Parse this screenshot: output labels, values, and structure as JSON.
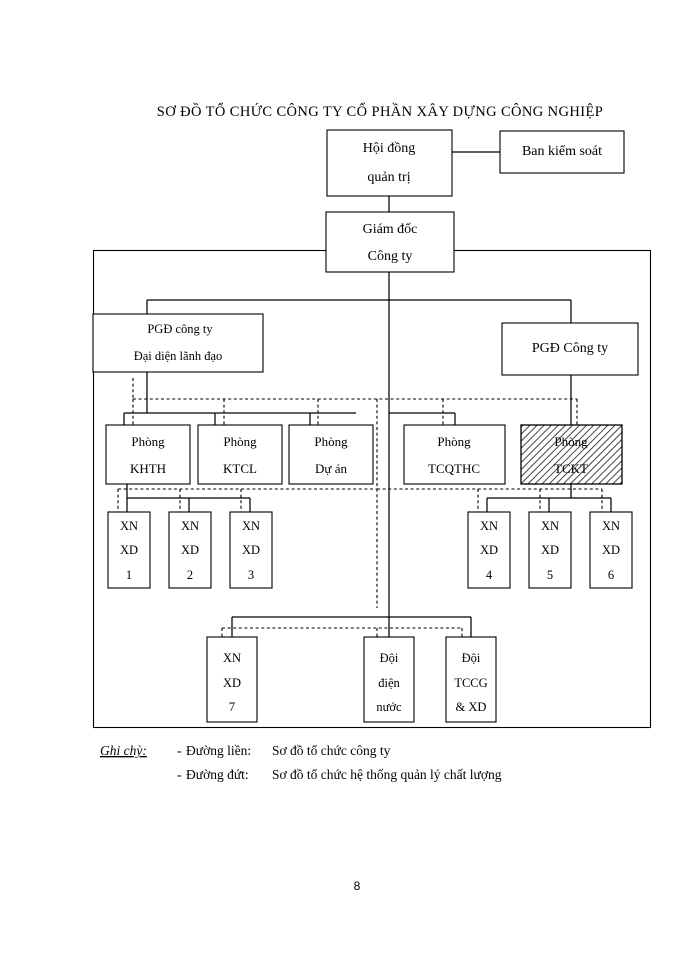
{
  "document": {
    "title": "SƠ ĐỒ TỔ CHỨC CÔNG TY CỔ PHẦN XÂY DỰNG CÔNG NGHIỆP",
    "page_number": "8"
  },
  "chart_data": {
    "type": "diagram",
    "diagram_kind": "organizational-chart",
    "title": "SƠ ĐỒ TỔ CHỨC CÔNG TY CỔ PHẦN XÂY DỰNG CÔNG NGHIỆP",
    "line_styles": {
      "solid": "Sơ đồ tổ chức công ty",
      "dashed": "Sơ đồ tổ chức hệ thống quản lý chất lượng"
    },
    "nodes": [
      {
        "id": "hdqt",
        "lines": [
          "Hội đồng",
          "quản trị"
        ],
        "level": 0,
        "fill": "white"
      },
      {
        "id": "bks",
        "lines": [
          "Ban kiểm soát"
        ],
        "level": 0,
        "fill": "white"
      },
      {
        "id": "gd",
        "lines": [
          "Giám đốc",
          "Công ty"
        ],
        "level": 1,
        "fill": "white"
      },
      {
        "id": "pgd_ddld",
        "lines": [
          "PGĐ công ty",
          "Đại diện lãnh đạo"
        ],
        "level": 2,
        "fill": "white"
      },
      {
        "id": "pgd_ct",
        "lines": [
          "PGĐ Công ty"
        ],
        "level": 2,
        "fill": "white"
      },
      {
        "id": "p_khth",
        "lines": [
          "Phòng",
          "KHTH"
        ],
        "level": 3,
        "fill": "white"
      },
      {
        "id": "p_ktcl",
        "lines": [
          "Phòng",
          "KTCL"
        ],
        "level": 3,
        "fill": "white"
      },
      {
        "id": "p_duan",
        "lines": [
          "Phòng",
          "Dự án"
        ],
        "level": 3,
        "fill": "white"
      },
      {
        "id": "p_tcqthc",
        "lines": [
          "Phòng",
          "TCQTHC"
        ],
        "level": 3,
        "fill": "white"
      },
      {
        "id": "p_tckt",
        "lines": [
          "Phòng",
          "TCKT"
        ],
        "level": 3,
        "fill": "hatched"
      },
      {
        "id": "xn1",
        "lines": [
          "XN",
          "XD",
          "1"
        ],
        "level": 4,
        "fill": "white"
      },
      {
        "id": "xn2",
        "lines": [
          "XN",
          "XD",
          "2"
        ],
        "level": 4,
        "fill": "white"
      },
      {
        "id": "xn3",
        "lines": [
          "XN",
          "XD",
          "3"
        ],
        "level": 4,
        "fill": "white"
      },
      {
        "id": "xn4",
        "lines": [
          "XN",
          "XD",
          "4"
        ],
        "level": 4,
        "fill": "white"
      },
      {
        "id": "xn5",
        "lines": [
          "XN",
          "XD",
          "5"
        ],
        "level": 4,
        "fill": "white"
      },
      {
        "id": "xn6",
        "lines": [
          "XN",
          "XD",
          "6"
        ],
        "level": 4,
        "fill": "white"
      },
      {
        "id": "xn7",
        "lines": [
          "XN",
          "XD",
          "7"
        ],
        "level": 5,
        "fill": "white"
      },
      {
        "id": "doi_dn",
        "lines": [
          "Đội",
          "điện",
          "nước"
        ],
        "level": 5,
        "fill": "white"
      },
      {
        "id": "doi_tccg",
        "lines": [
          "Đội",
          "TCCG",
          "& XD"
        ],
        "level": 5,
        "fill": "white"
      }
    ],
    "edges": [
      {
        "from": "hdqt",
        "to": "bks",
        "style": "solid"
      },
      {
        "from": "hdqt",
        "to": "gd",
        "style": "solid"
      },
      {
        "from": "gd",
        "to": "pgd_ddld",
        "style": "solid"
      },
      {
        "from": "gd",
        "to": "pgd_ct",
        "style": "solid"
      },
      {
        "from": "pgd_ddld",
        "to": "p_khth",
        "style": "solid"
      },
      {
        "from": "pgd_ddld",
        "to": "p_ktcl",
        "style": "solid"
      },
      {
        "from": "pgd_ddld",
        "to": "p_duan",
        "style": "solid"
      },
      {
        "from": "gd",
        "to": "p_tcqthc",
        "style": "solid"
      },
      {
        "from": "pgd_ct",
        "to": "p_tckt",
        "style": "solid"
      },
      {
        "from": "pgd_ddld",
        "to": "p_khth",
        "style": "dashed"
      },
      {
        "from": "pgd_ddld",
        "to": "p_ktcl",
        "style": "dashed"
      },
      {
        "from": "pgd_ddld",
        "to": "p_duan",
        "style": "dashed"
      },
      {
        "from": "pgd_ddld",
        "to": "p_tcqthc",
        "style": "dashed"
      },
      {
        "from": "pgd_ddld",
        "to": "p_tckt",
        "style": "dashed"
      },
      {
        "from": "p_khth",
        "to": "xn1",
        "style": "solid"
      },
      {
        "from": "p_khth",
        "to": "xn2",
        "style": "solid"
      },
      {
        "from": "p_khth",
        "to": "xn3",
        "style": "solid"
      },
      {
        "from": "p_tckt",
        "to": "xn4",
        "style": "solid"
      },
      {
        "from": "p_tckt",
        "to": "xn5",
        "style": "solid"
      },
      {
        "from": "p_tckt",
        "to": "xn6",
        "style": "solid"
      },
      {
        "from": "gd",
        "to": "xn7",
        "style": "solid"
      },
      {
        "from": "gd",
        "to": "doi_dn",
        "style": "solid"
      },
      {
        "from": "gd",
        "to": "doi_tccg",
        "style": "solid"
      }
    ]
  },
  "boxes": {
    "hdqt": {
      "line1": "Hội đồng",
      "line2": "quản trị"
    },
    "bks": {
      "line1": "Ban kiểm soát"
    },
    "gd": {
      "line1": "Giám đốc",
      "line2": "Công ty"
    },
    "pgd_ddld": {
      "line1": "PGĐ công ty",
      "line2": "Đại diện lãnh đạo"
    },
    "pgd_ct": {
      "line1": "PGĐ Công ty"
    },
    "p_khth": {
      "line1": "Phòng",
      "line2": "KHTH"
    },
    "p_ktcl": {
      "line1": "Phòng",
      "line2": "KTCL"
    },
    "p_duan": {
      "line1": "Phòng",
      "line2": "Dự án"
    },
    "p_tcqthc": {
      "line1": "Phòng",
      "line2": "TCQTHC"
    },
    "p_tckt": {
      "line1": "Phòng",
      "line2": "TCKT"
    },
    "xn1": {
      "line1": "XN",
      "line2": "XD",
      "line3": "1"
    },
    "xn2": {
      "line1": "XN",
      "line2": "XD",
      "line3": "2"
    },
    "xn3": {
      "line1": "XN",
      "line2": "XD",
      "line3": "3"
    },
    "xn4": {
      "line1": "XN",
      "line2": "XD",
      "line3": "4"
    },
    "xn5": {
      "line1": "XN",
      "line2": "XD",
      "line3": "5"
    },
    "xn6": {
      "line1": "XN",
      "line2": "XD",
      "line3": "6"
    },
    "xn7": {
      "line1": "XN",
      "line2": "XD",
      "line3": "7"
    },
    "doi_dn": {
      "line1": "Đội",
      "line2": "điện",
      "line3": "nước"
    },
    "doi_tccg": {
      "line1": "Đội",
      "line2": "TCCG",
      "line3": "& XD"
    }
  },
  "legend": {
    "key": "Ghi chỳ:",
    "row1_dash": "-",
    "row1_term": "Đường liền:",
    "row1_desc": "Sơ đồ tổ chức công ty",
    "row2_dash": "-",
    "row2_term": "Đường đứt:",
    "row2_desc": "Sơ đồ tổ chức hệ thống quản lý chất lượng"
  }
}
